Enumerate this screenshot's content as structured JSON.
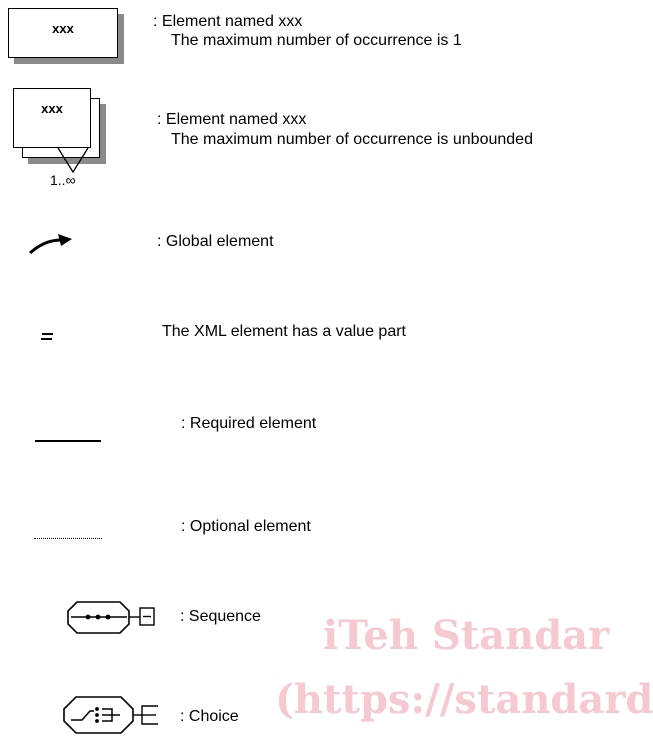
{
  "legend": {
    "single_element": {
      "box_label": "xxx",
      "desc_line1": ": Element named xxx",
      "desc_line2": "The maximum number of occurrence is 1"
    },
    "multi_element": {
      "box_label": "xxx",
      "multiplicity": "1..∞",
      "desc_line1": ": Element named xxx",
      "desc_line2": "The maximum number of occurrence is unbounded"
    },
    "global": {
      "desc": ": Global element"
    },
    "value_part": {
      "desc": "The XML element has a value part"
    },
    "required": {
      "desc": ": Required element"
    },
    "optional": {
      "desc": ": Optional element"
    },
    "sequence": {
      "desc": ": Sequence"
    },
    "choice": {
      "desc": ": Choice"
    }
  },
  "watermark": {
    "line1": "iTeh Standar",
    "line2": "(https://standards"
  }
}
